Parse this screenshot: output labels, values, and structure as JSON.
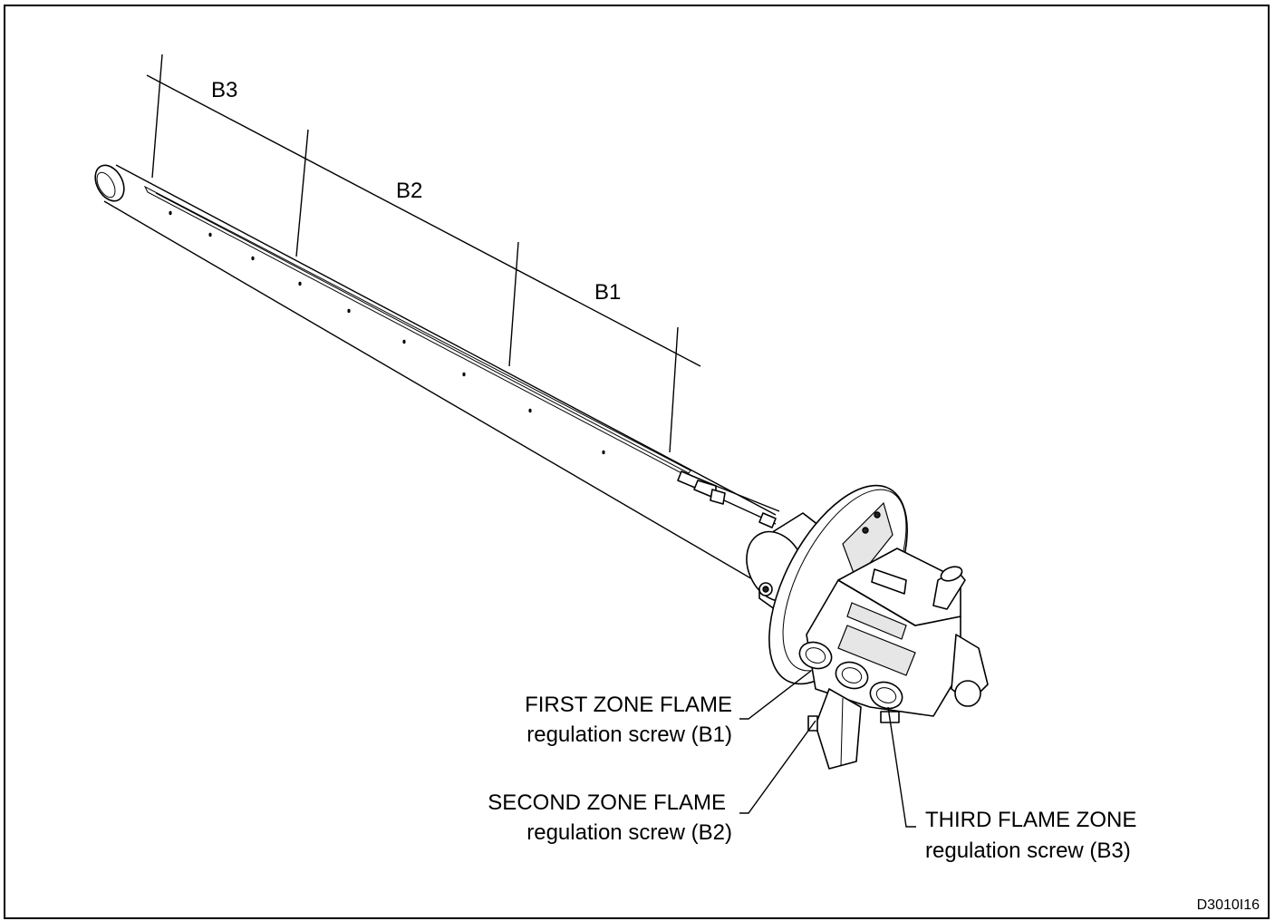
{
  "diagram": {
    "zone_labels": {
      "b3": "B3",
      "b2": "B2",
      "b1": "B1"
    },
    "callouts": {
      "first": {
        "line1": "FIRST ZONE FLAME",
        "line2": "regulation screw (B1)"
      },
      "second": {
        "line1": "SECOND ZONE FLAME",
        "line2": "regulation screw (B2)"
      },
      "third": {
        "line1": "THIRD FLAME ZONE",
        "line2": "regulation screw (B3)"
      }
    },
    "drawing_code": "D3010I16"
  }
}
